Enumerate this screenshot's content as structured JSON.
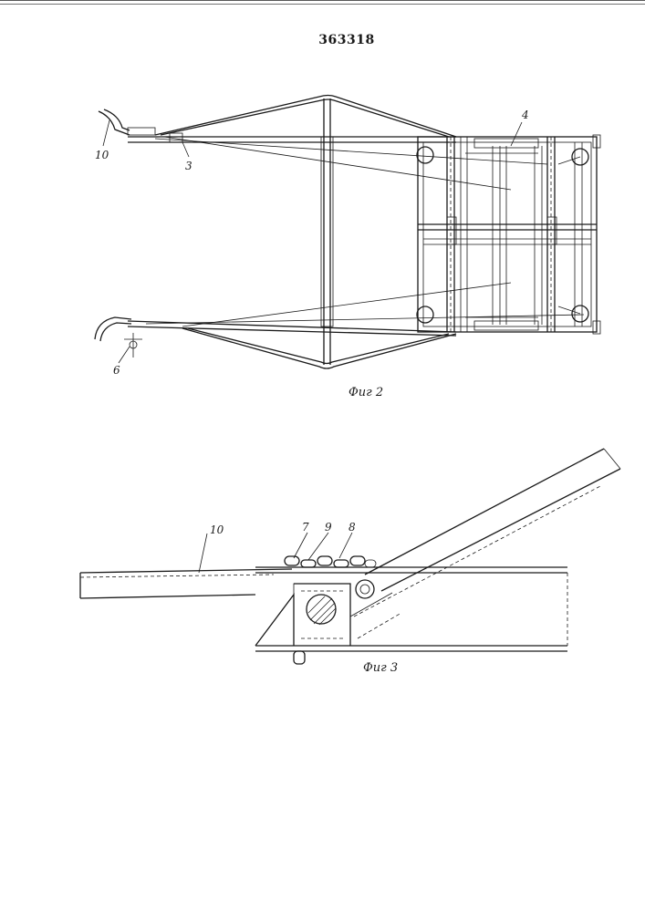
{
  "document": {
    "patent_number": "363318"
  },
  "figure2": {
    "caption": "Фиг 2",
    "labels": {
      "l10": "10",
      "l3": "3",
      "l4": "4",
      "l6": "6"
    }
  },
  "figure3": {
    "caption": "Фиг 3",
    "labels": {
      "l10": "10",
      "l7": "7",
      "l9": "9",
      "l8": "8"
    }
  }
}
